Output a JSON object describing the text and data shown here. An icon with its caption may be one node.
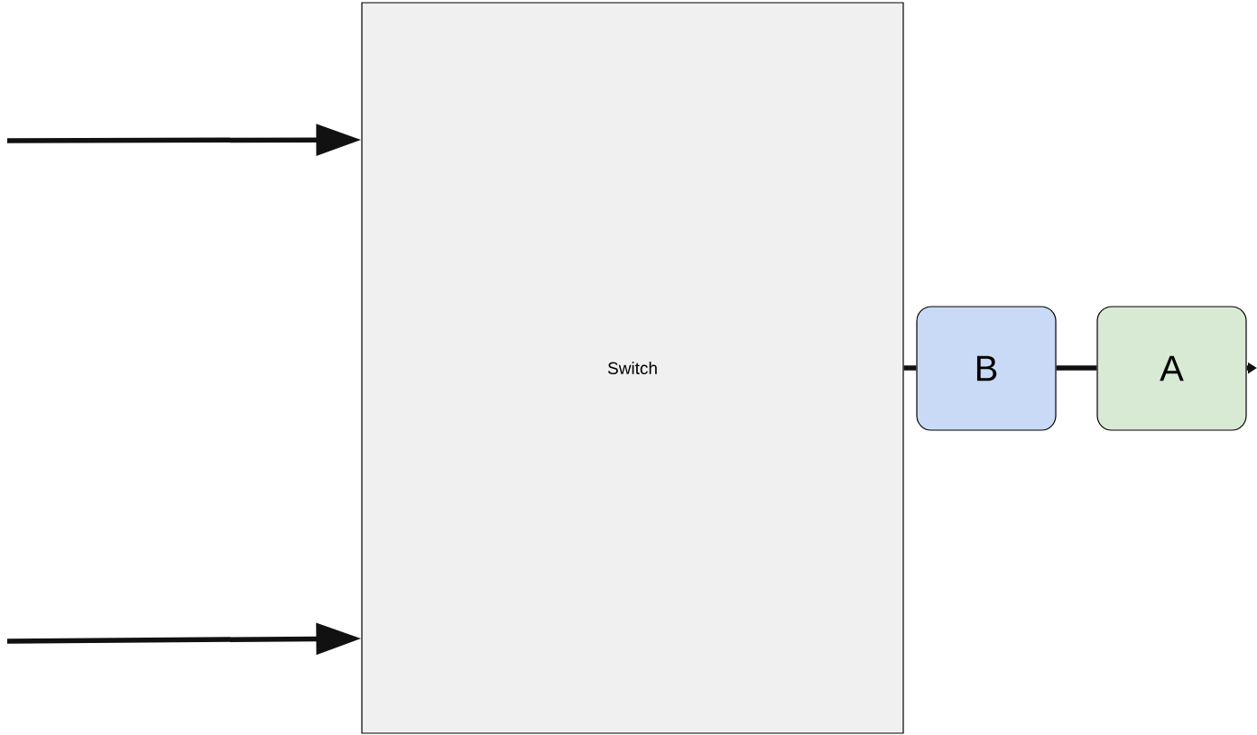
{
  "diagram": {
    "nodes": [
      {
        "text": [
          "Switch"
        ]
      },
      {
        "text": [
          "B"
        ]
      },
      {
        "text": [
          "A"
        ]
      }
    ],
    "edges": [
      {
        "from": null,
        "to": 0,
        "arrow": "to"
      },
      {
        "from": null,
        "to": 0,
        "arrow": "to"
      },
      {
        "from": 0,
        "to": 1,
        "arrow": "none"
      },
      {
        "from": 1,
        "to": 2,
        "arrow": "none"
      },
      {
        "from": 2,
        "to": null,
        "arrow": "to"
      }
    ]
  }
}
